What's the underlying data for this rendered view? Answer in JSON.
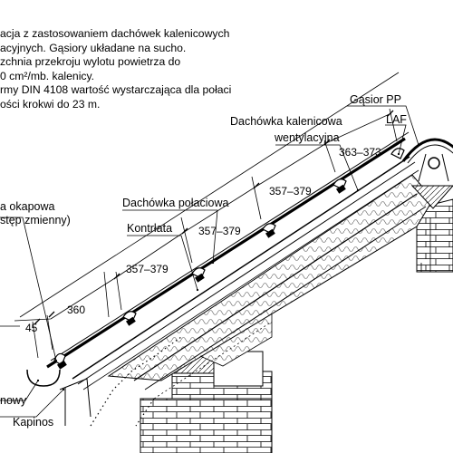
{
  "note_lines": [
    "acja z zastosowaniem dachówek kalenicowych",
    "acyjnych. Gąsiory układane na sucho.",
    "zchnia przekroju wylotu powietrza do",
    "0 cm²/mb. kalenicy.",
    "rmy DIN 4108 wartość wystarczająca dla połaci",
    "ości krokwi do 23 m."
  ],
  "labels": {
    "gasior": "Gąsior PP",
    "laf": "LAF",
    "kalenicowa_1": "Dachówka kalenicowa",
    "kalenicowa_2": "wentylacyjna",
    "polaciowa": "Dachówka połaciowa",
    "kontrlata": "Kontrłata",
    "okapowa_1": "a okapowa",
    "okapowa_2": "stęp zmienny)",
    "rynnowy": "nowy",
    "kapinos": "Kapinos"
  },
  "dimensions": {
    "d_ridge": "363–373",
    "d_upper": "357–379",
    "d_mid": "357–379",
    "d_lower": "357–379",
    "d_eave": "360",
    "d_overhang": "45"
  },
  "colors": {
    "line": "#000000",
    "insulation": "#555555",
    "background": "#ffffff"
  }
}
